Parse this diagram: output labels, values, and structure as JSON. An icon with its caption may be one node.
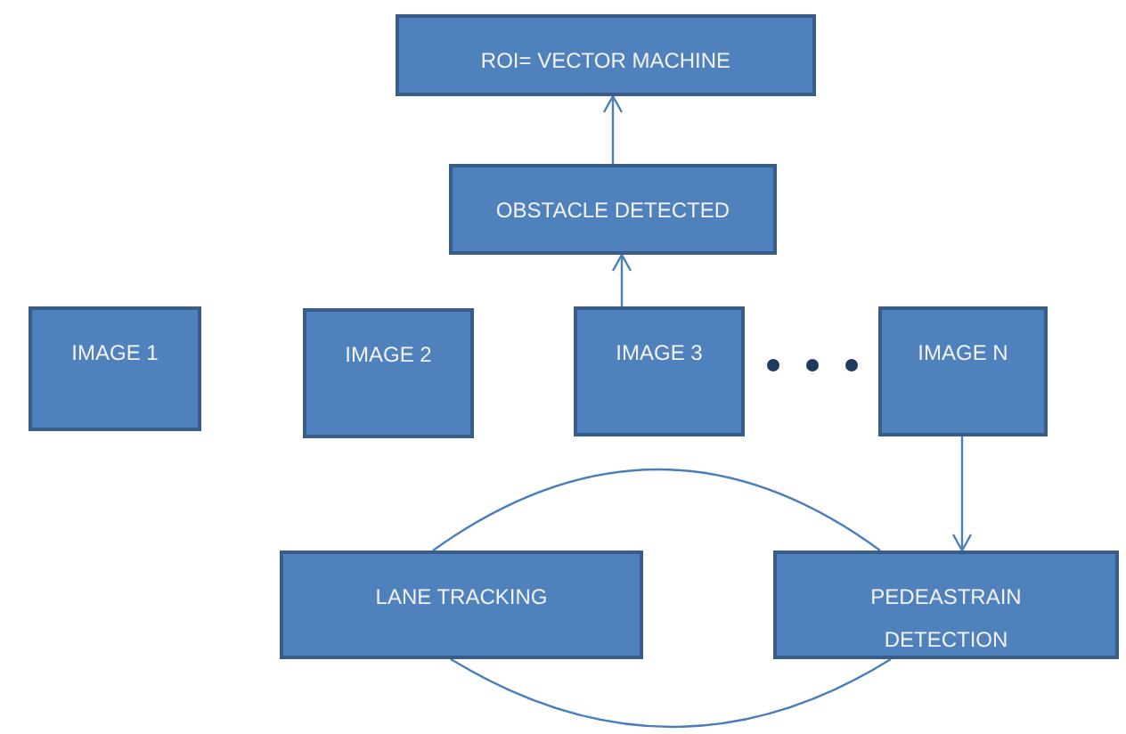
{
  "diagram": {
    "nodes": [
      {
        "text": [
          "ROI= VECTOR MACHINE"
        ]
      },
      {
        "text": [
          "OBSTACLE DETECTED"
        ]
      },
      {
        "text": [
          "IMAGE 1"
        ]
      },
      {
        "text": [
          "IMAGE 2"
        ]
      },
      {
        "text": [
          "IMAGE 3"
        ]
      },
      {
        "text": [
          "IMAGE N"
        ]
      },
      {
        "text": [
          "LANE TRACKING"
        ]
      },
      {
        "text": [
          "PEDEASTRAIN DETECTION"
        ]
      }
    ],
    "edges": [
      {
        "from": 1,
        "to": 0,
        "arrow": "to"
      },
      {
        "from": 4,
        "to": 1,
        "arrow": "to"
      },
      {
        "from": 5,
        "to": 7,
        "arrow": "to"
      },
      {
        "from": 6,
        "to": 7,
        "arrow": "none"
      },
      {
        "from": 6,
        "to": 7,
        "arrow": "none"
      }
    ]
  }
}
